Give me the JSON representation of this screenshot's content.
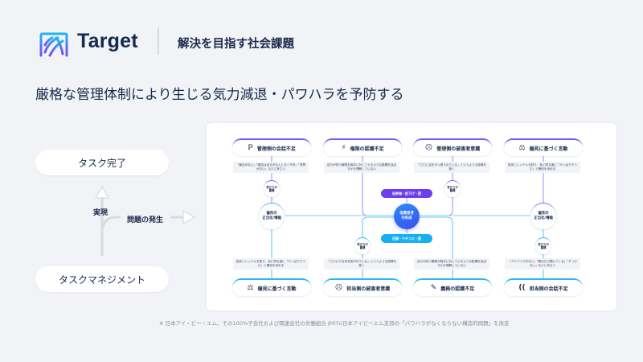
{
  "header": {
    "brand": "Target",
    "logo_icon": "target-logo-icon",
    "subtitle": "解決を目指す社会課題"
  },
  "headline": "厳格な管理体制により生じる気力減退・パワハラを予防する",
  "flow": {
    "top_pill": "タスク完了",
    "bottom_pill": "タスクマネジメント",
    "up_label": "実現",
    "right_label": "問題の発生"
  },
  "diagram": {
    "top_categories": [
      {
        "icon": "ear-icon",
        "glyph": "ℙ",
        "label": "管理側の会話不足",
        "desc": "「報告がない」「報告はあるがなんとなく不安」「質問がない」などに苛立つ"
      },
      {
        "icon": "lightning-icon",
        "glyph": "⚡",
        "label": "権限の認識不足",
        "desc": "自分が持つ権限を相手に対してどのような影響を及ぼすかを理解していない"
      },
      {
        "icon": "angry-face-icon",
        "glyph": "☹",
        "label": "管理側の被害者意識",
        "desc": "「〇〇に足を引っ張られている」というような感情を抱く"
      },
      {
        "icon": "scale-icon",
        "glyph": "⚖",
        "label": "偏見に基づく言動",
        "desc": "相手にレッテルを貼り、気に障る度に「やっぱりそうだ」と確信を深める"
      }
    ],
    "bottom_categories": [
      {
        "icon": "scale-icon",
        "glyph": "⚖",
        "label": "偏見に基づく言動",
        "desc": "相手にレッテルを貼り、気に障る度に「やっぱりそうだ」と確信を深める"
      },
      {
        "icon": "sad-face-icon",
        "glyph": "☹",
        "label": "担当側の被害者意識",
        "desc": "「〇〇にやる気を削がれている」というような感情を抱く"
      },
      {
        "icon": "edit-note-icon",
        "glyph": "✎",
        "label": "義務の認識不足",
        "desc": "自分が持つ義務が相手に対してどのような影響を及ぼすかを理解していない"
      },
      {
        "icon": "speaking-icon",
        "glyph": "((",
        "label": "担当側の会話不足",
        "desc": "「アドバイスがない」「期日だけ聞いてくる」「そっけない」などに苛立つ"
      }
    ],
    "irritation_node": "苛立ちが\n蓄積",
    "bias_node": "偏見の\n正当化/増幅",
    "core_node": "他責思考\nの形成",
    "tag_top": "低評価・貶下げ・罰",
    "tag_bottom": "反撥・ウチコミ・罰"
  },
  "footnote": "※ 日本アイ・ビー・エム、その100%子会社および関連会社の労働組合 JMITU日本アイビーエム支部の「パワハラがなくならない構造的問題」を改変"
}
